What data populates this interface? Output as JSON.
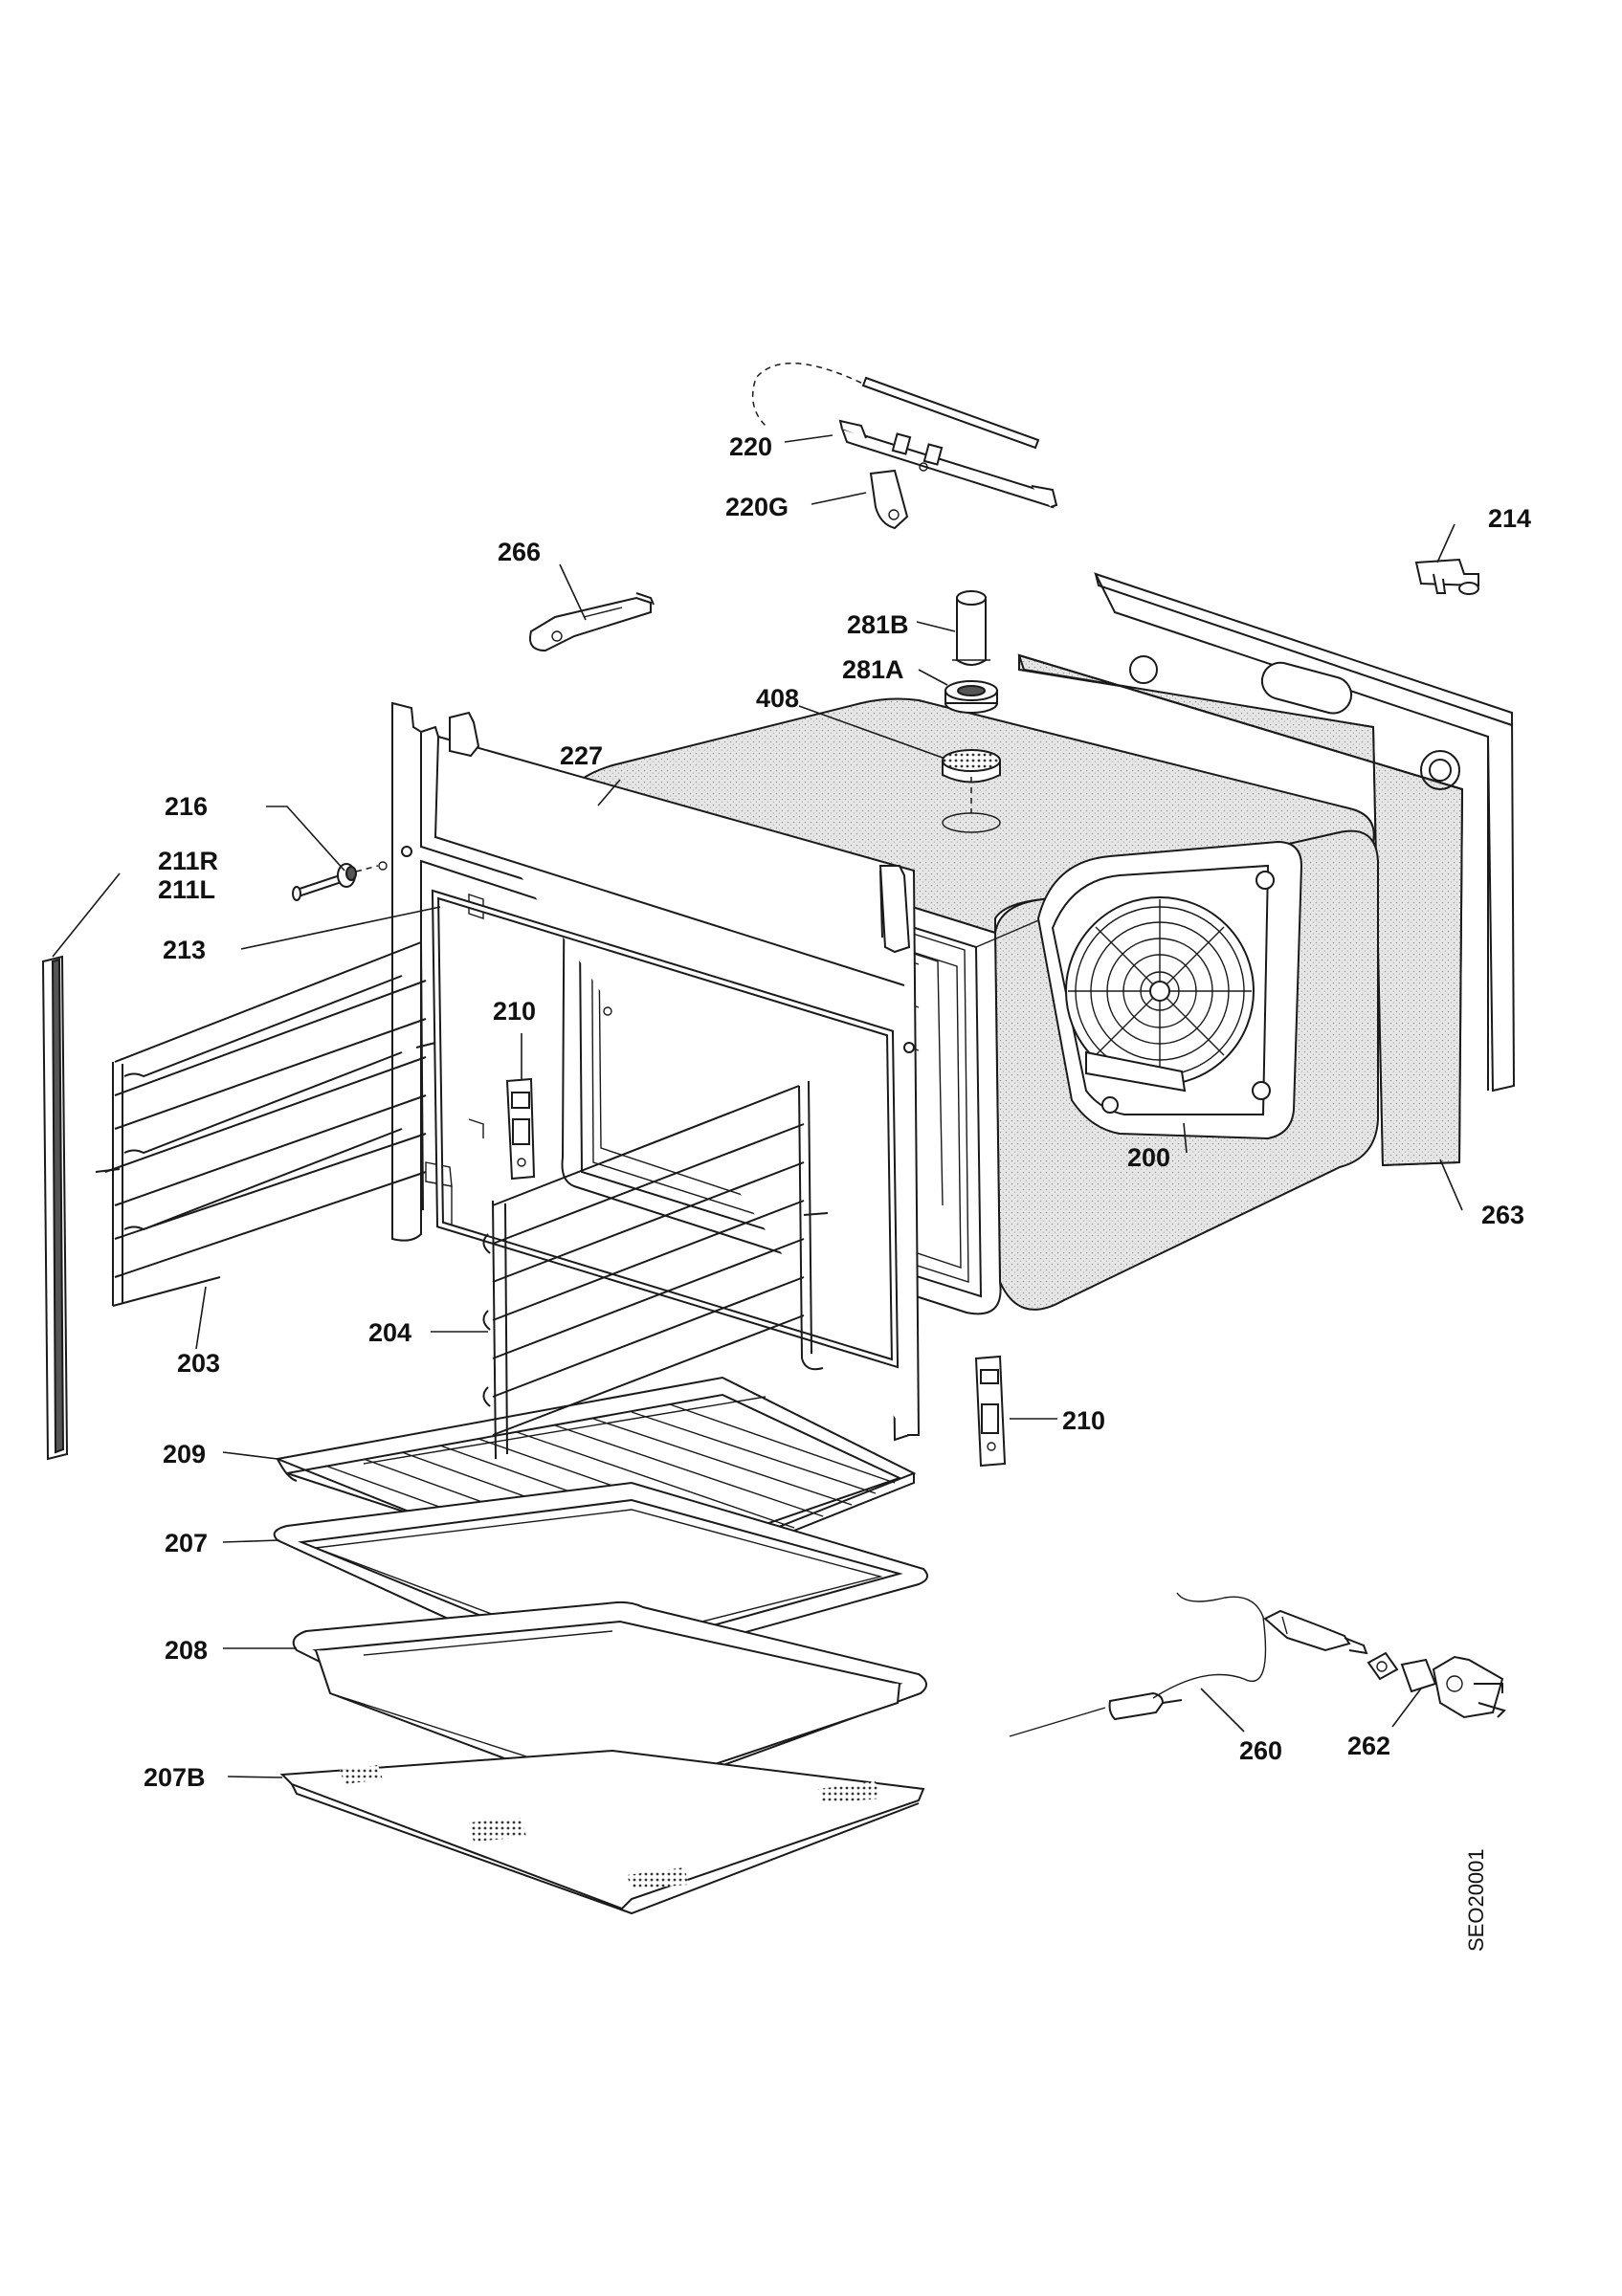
{
  "diagram": {
    "drawing_code": "SEO20001",
    "labels": {
      "l200": "200",
      "l203": "203",
      "l204": "204",
      "l207": "207",
      "l207b": "207B",
      "l208": "208",
      "l209": "209",
      "l210a": "210",
      "l210b": "210",
      "l211r": "211R",
      "l211l": "211L",
      "l213": "213",
      "l214": "214",
      "l216": "216",
      "l220": "220",
      "l220g": "220G",
      "l227": "227",
      "l260": "260",
      "l262": "262",
      "l263": "263",
      "l266": "266",
      "l281a": "281A",
      "l281b": "281B",
      "l408": "408"
    }
  }
}
